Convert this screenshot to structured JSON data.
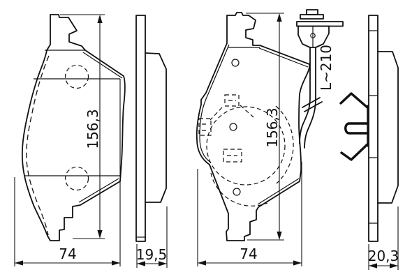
{
  "drawing": {
    "type": "brake-pad-technical-drawing",
    "background_color": "#ffffff",
    "line_color": "#111111"
  },
  "dims": {
    "pad1_height": "156,3",
    "pad1_width": "74",
    "pad1_thickness": "19,5",
    "pad2_height": "156,3",
    "pad2_width": "74",
    "pad2_thickness": "20,3",
    "sensor_length": "L~210"
  }
}
